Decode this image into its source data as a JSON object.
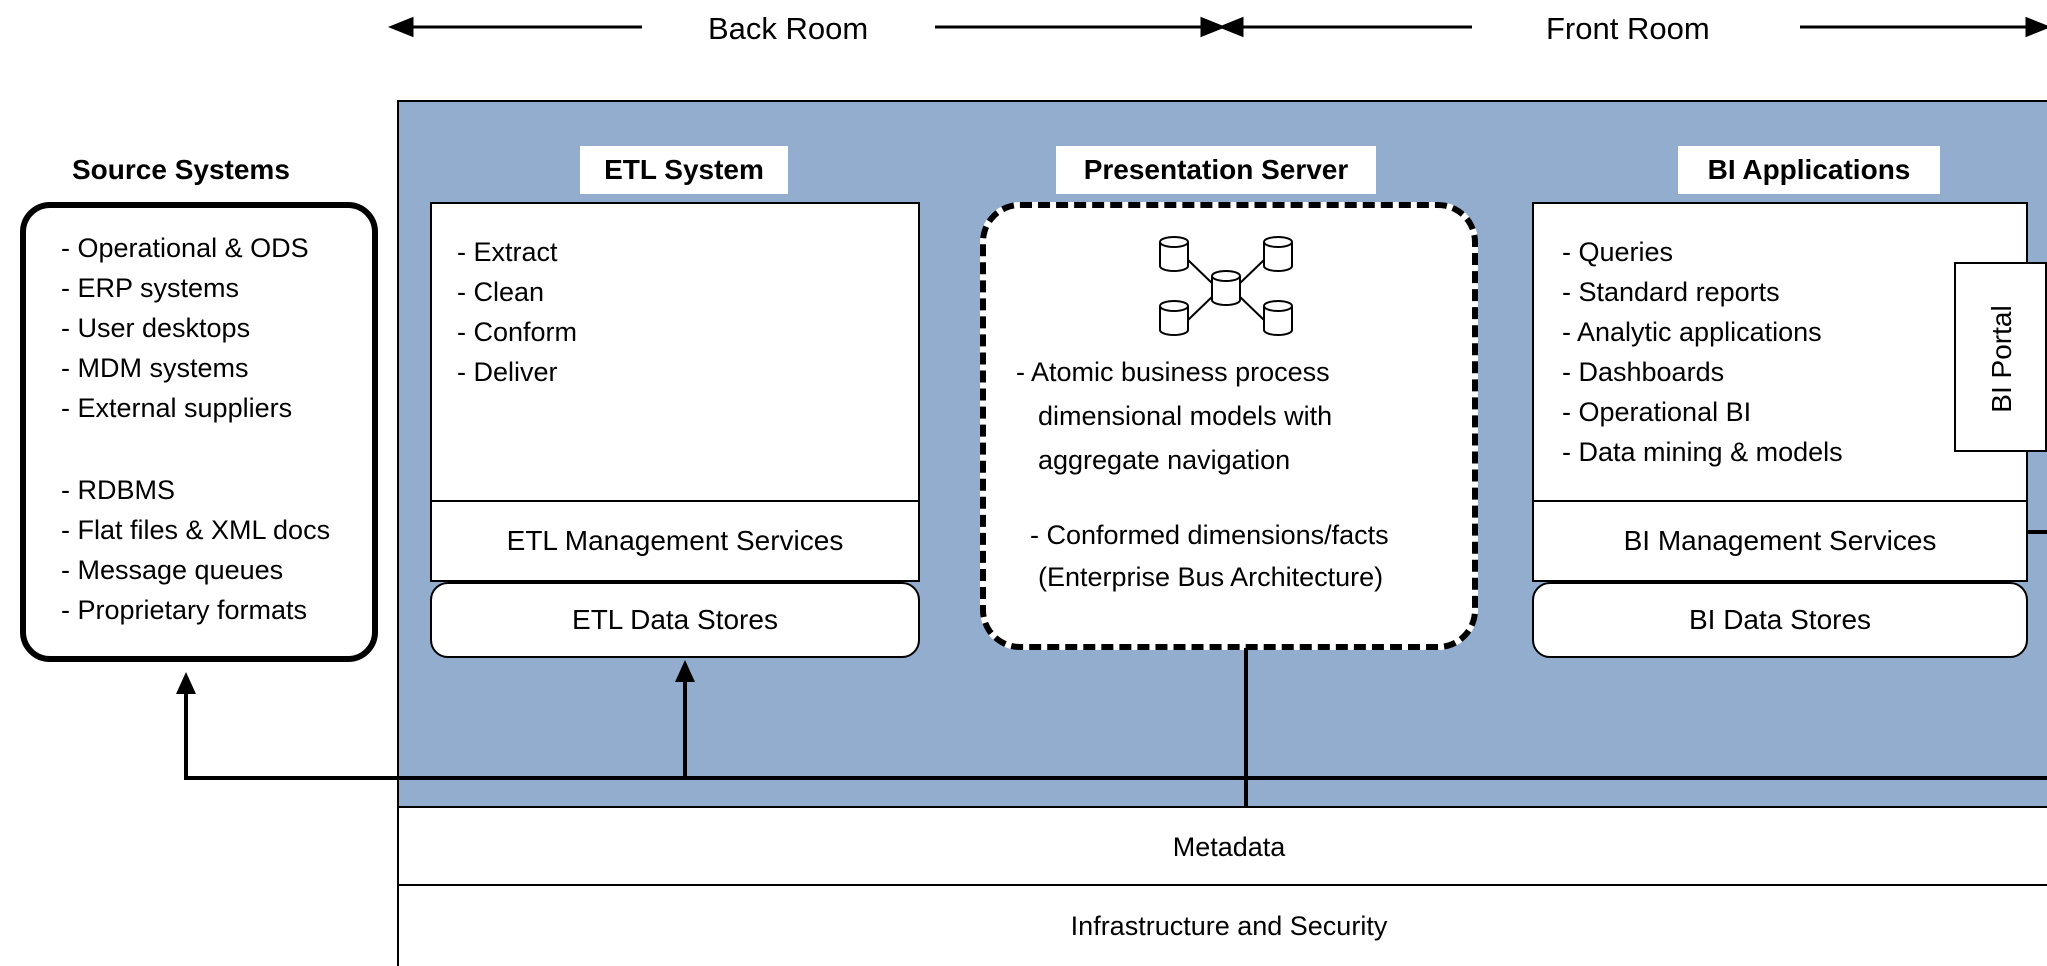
{
  "top": {
    "back_room_label": "Back Room",
    "front_room_label": "Front Room"
  },
  "source": {
    "title": "Source Systems",
    "items_group1": [
      "- Operational & ODS",
      "- ERP systems",
      "- User desktops",
      "- MDM systems",
      "- External suppliers"
    ],
    "items_group2": [
      "- RDBMS",
      "- Flat files & XML docs",
      "- Message queues",
      "- Proprietary formats"
    ]
  },
  "etl": {
    "title": "ETL System",
    "items": [
      "- Extract",
      "- Clean",
      "- Conform",
      "- Deliver"
    ],
    "management": "ETL Management Services",
    "data_stores": "ETL Data Stores"
  },
  "presentation": {
    "title": "Presentation Server",
    "text1": [
      "- Atomic business process",
      "dimensional models with",
      "aggregate navigation"
    ],
    "text2": [
      "- Conformed dimensions/facts",
      "(Enterprise Bus Architecture)"
    ]
  },
  "bi": {
    "title": "BI Applications",
    "items": [
      "- Queries",
      "- Standard reports",
      "- Analytic applications",
      "- Dashboards",
      "- Operational BI",
      "- Data mining & models"
    ],
    "portal": "BI Portal",
    "management": "BI Management Services",
    "data_stores": "BI Data Stores"
  },
  "bottom": {
    "metadata": "Metadata",
    "infrastructure": "Infrastructure and Security"
  }
}
